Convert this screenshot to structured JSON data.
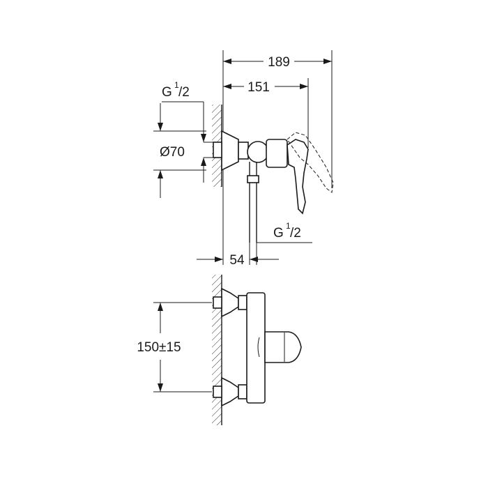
{
  "dimensions": {
    "overall_depth": "189",
    "spout_depth": "151",
    "wall_offset": "54",
    "rosette_diameter": "Ø70",
    "centers": "150±15"
  },
  "connections": {
    "top": {
      "letter": "G",
      "sup": "1",
      "sub": "/2"
    },
    "bottom": {
      "letter": "G",
      "sup": "1",
      "sub": "/2"
    }
  }
}
